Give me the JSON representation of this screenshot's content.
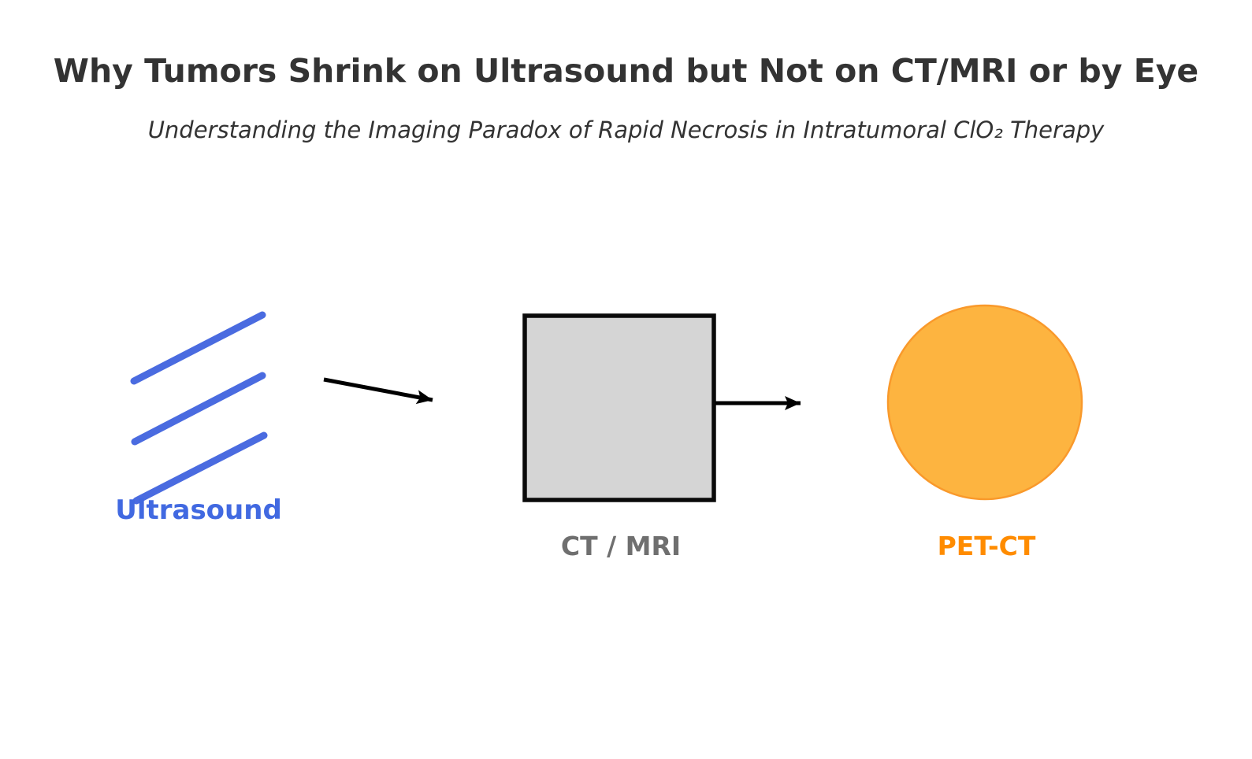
{
  "header": {
    "title": "Why Tumors Shrink on Ultrasound but Not on CT/MRI or by Eye",
    "subtitle": "Understanding the Imaging Paradox of Rapid Necrosis in Intratumoral ClO₂ Therapy",
    "text_color": "#333333"
  },
  "diagram": {
    "ultrasound": {
      "label": "Ultrasound",
      "line_color": "#4A6BE0",
      "label_color": "#4169E1"
    },
    "ct_mri": {
      "label": "CT / MRI",
      "box_fill": "#D5D5D5",
      "box_border": "#0A0A0A",
      "label_color": "#6F6F6F"
    },
    "pet_ct": {
      "label": "PET-CT",
      "circle_fill": "#FDB440",
      "circle_border": "#F9992B",
      "label_color": "#FF8C00"
    },
    "arrow_color": "#000000"
  }
}
